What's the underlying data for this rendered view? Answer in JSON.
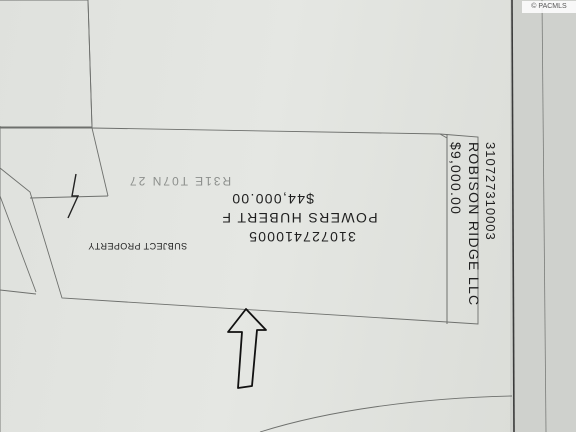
{
  "parcels": {
    "subject": {
      "apn": "310727410005",
      "owner": "POWERS HUBERT F",
      "value": "$44,000.00",
      "label": "SUBJECT PROPERTY"
    },
    "adjacent": {
      "apn": "310727310003",
      "owner": "ROBISON RIDGE LLC",
      "value": "$9,000.00"
    },
    "grid_reference": "R31E T07N 27"
  },
  "watermark": {
    "symbol": "©",
    "text": "PACMLS"
  },
  "colors": {
    "paper": "#e1e3df",
    "ink": "#1f1f1f",
    "lines": "#6e706d"
  }
}
